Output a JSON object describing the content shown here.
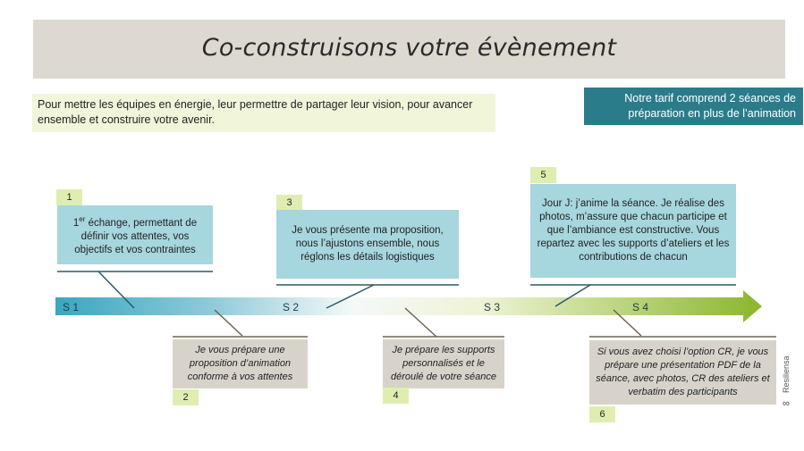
{
  "title": "Co-construisons votre évènement",
  "intro_text": "Pour mettre les équipes en énergie, leur permettre de partager leur vision, pour avancer ensemble et construire votre avenir.",
  "tarif_text": "Notre tarif comprend 2 séances de préparation en plus de l’animation",
  "stages": [
    "S 1",
    "S 2",
    "S 3",
    "S 4"
  ],
  "steps": [
    {
      "number": "1",
      "text_sup": "er",
      "text_pre": "1",
      "text": " échange, permettant de définir vos attentes, vos objectifs et vos contraintes"
    },
    {
      "number": "2",
      "text": "Je vous prépare une proposition d’animation conforme à vos attentes"
    },
    {
      "number": "3",
      "text": "Je vous présente ma proposition, nous l’ajustons ensemble, nous réglons les détails logistiques"
    },
    {
      "number": "4",
      "text": "Je prépare les supports personnalisés et le déroulé de votre séance"
    },
    {
      "number": "5",
      "text": "Jour J: j’anime la séance. Je réalise des photos, m’assure que chacun participe et que l’ambiance est constructive. Vous repartez avec les supports d’ateliers et les contributions de chacun"
    },
    {
      "number": "6",
      "text": "Si vous avez choisi l’option CR, je vous prépare une présentation PDF de la séance, avec photos, CR des ateliers et verbatim des participants"
    }
  ],
  "logo_text": "Resiliensa",
  "colors": {
    "arrow_start": "#3aa6c0",
    "arrow_end": "#8bb62b",
    "blue_box": "#a6d6de",
    "tan_box": "#d7d3cb",
    "badge": "#dfeeb0",
    "tarif_bg": "#2b7c8b"
  }
}
